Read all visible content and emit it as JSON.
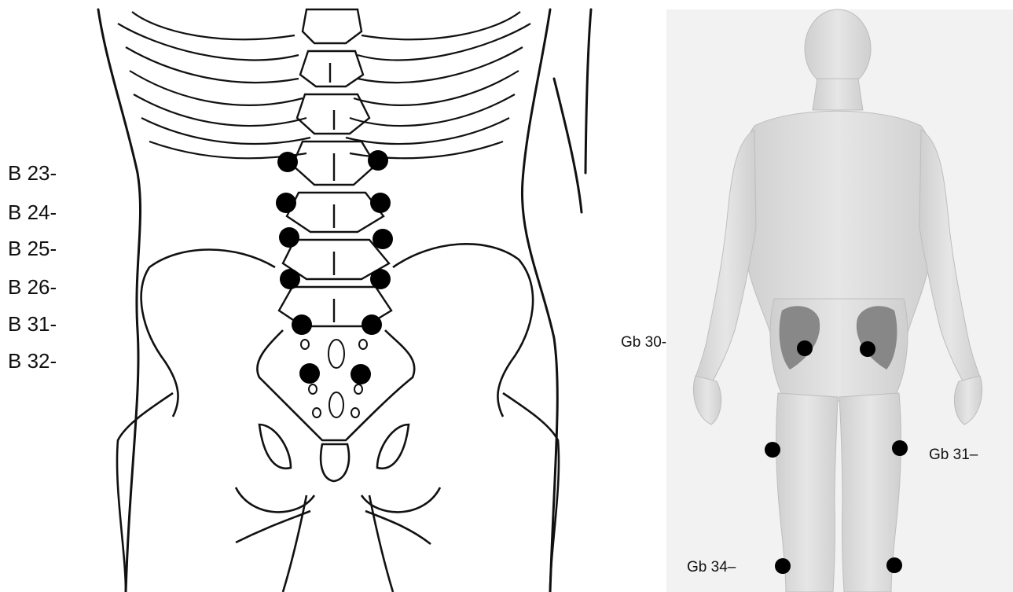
{
  "left_figure": {
    "labels": [
      "B 23-",
      "B 24-",
      "B 25-",
      "B 26-",
      "B 31-",
      "B 32-"
    ]
  },
  "right_figure": {
    "labels": {
      "gb30": "Gb 30-",
      "gb31": "Gb 31–",
      "gb34": "Gb 34–"
    }
  },
  "colors": {
    "line": "#111111",
    "point": "#000000",
    "skin": "#dcdcdc",
    "panel": "#f2f2f2",
    "gluteal": "#7a7a7a"
  }
}
